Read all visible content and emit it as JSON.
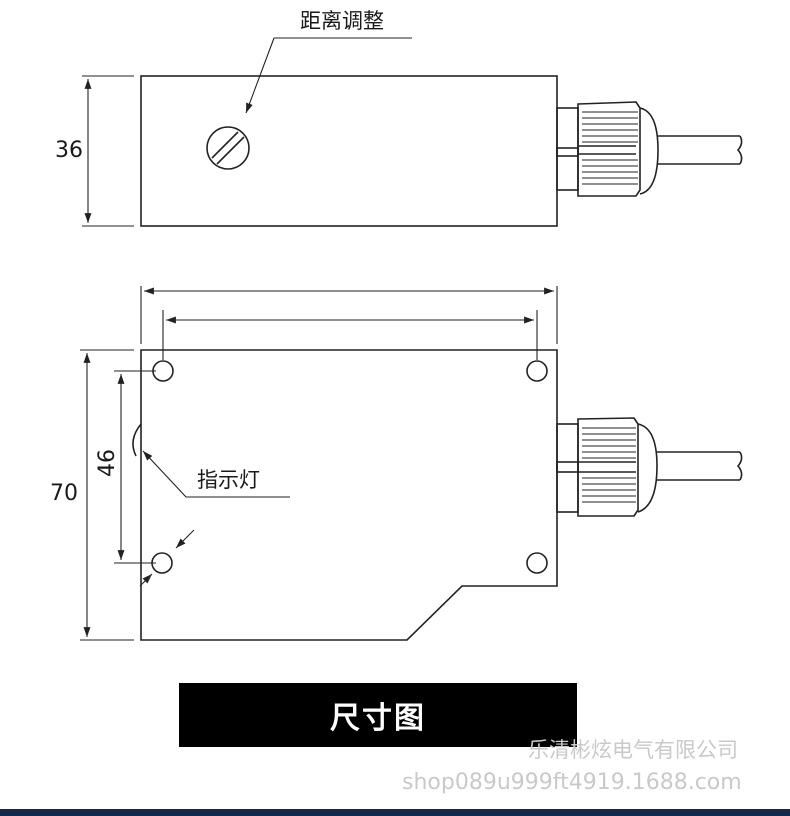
{
  "diagram": {
    "top_view": {
      "height_dimension": "36",
      "adjust_label": "距离调整"
    },
    "front_view": {
      "height_dimension": "70",
      "hole_spacing_dimension": "46",
      "indicator_label": "指示灯"
    }
  },
  "banner": {
    "title": "尺寸图"
  },
  "watermark": {
    "company": "乐清彬炫电气有限公司",
    "shop": "shop089u999ft4919.1688.com"
  },
  "colors": {
    "line": "#222222",
    "banner_bg": "#000000",
    "watermark": "#c9c9c9",
    "bottom_bar": "#13284a"
  }
}
